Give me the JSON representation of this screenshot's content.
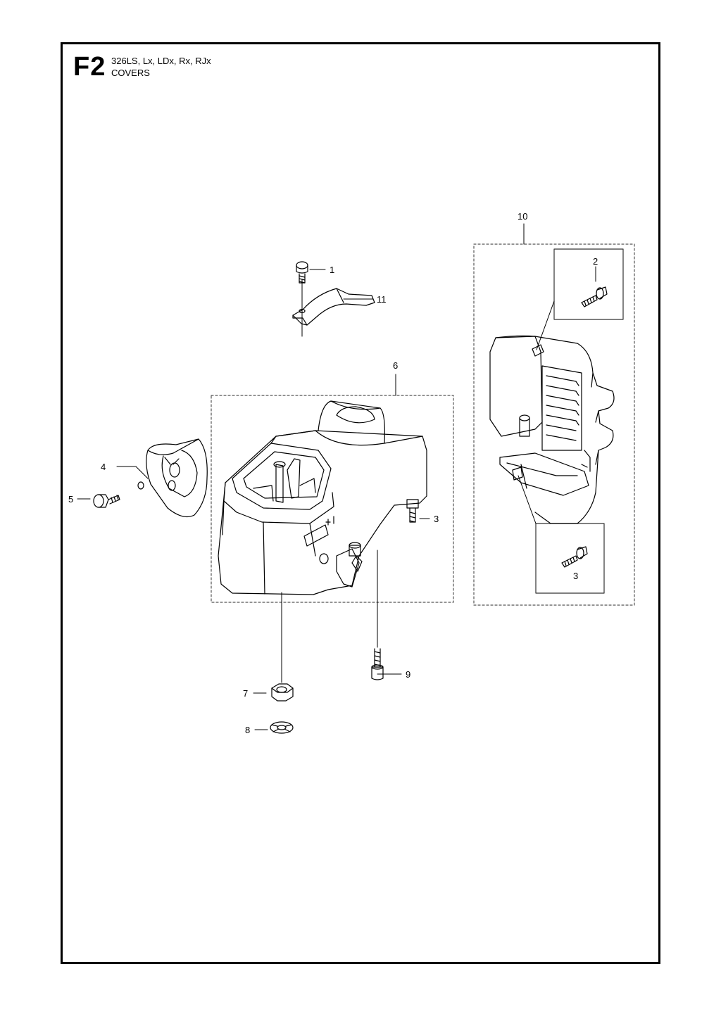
{
  "header": {
    "code": "F2",
    "models": "326LS, Lx, LDx, Rx, RJx",
    "section": "COVERS"
  },
  "callouts": {
    "c1": "1",
    "c2": "2",
    "c3a": "3",
    "c3b": "3",
    "c4": "4",
    "c5": "5",
    "c6": "6",
    "c7": "7",
    "c8": "8",
    "c9": "9",
    "c10": "10",
    "c11": "11"
  }
}
